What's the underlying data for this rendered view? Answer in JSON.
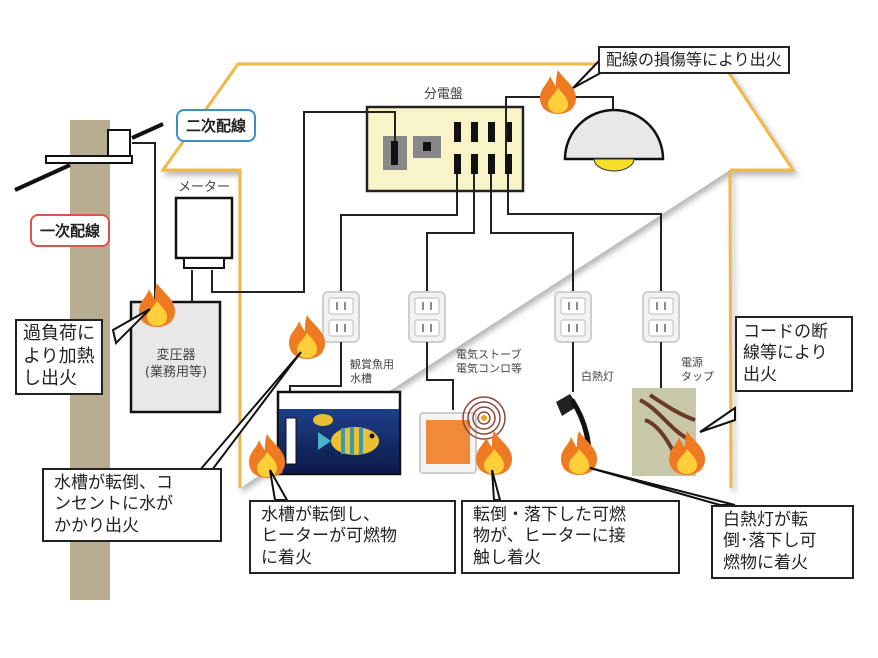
{
  "diagram": {
    "title_panel": "分電盤",
    "meter_label": "メーター",
    "transformer_label": [
      "変圧器",
      "(業務用等)"
    ],
    "tags": {
      "primary_wiring": "一次配線",
      "secondary_wiring": "二次配線"
    },
    "appliance_labels": {
      "aquarium": [
        "観賞魚用",
        "水槽"
      ],
      "heater": [
        "電気ストーブ",
        "電気コンロ等"
      ],
      "incandescent": "白熱灯",
      "power_strip": [
        "電源",
        "タップ"
      ]
    },
    "callouts": {
      "wiring_damage": [
        "配線の損傷等により出火"
      ],
      "overload": [
        "過負荷に",
        "より加熱",
        "し出火"
      ],
      "aquarium_outlet": [
        "水槽が転倒、コ",
        "ンセントに水が",
        "かかり出火"
      ],
      "aquarium_heater": [
        "水槽が転倒し、",
        "ヒーターが可燃物",
        "に着火"
      ],
      "fallen_combustible": [
        "転倒・落下した可燃",
        "物が、ヒーターに接",
        "触し着火"
      ],
      "lamp_fall": [
        "白熱灯が転",
        "倒･落下し可",
        "燃物に着火"
      ],
      "cord_break": [
        "コードの断",
        "線等により",
        "出火"
      ]
    },
    "colors": {
      "house_outline": "#f0b84a",
      "panel_fill": "#f8f4c8",
      "pole": "#b8ad90",
      "primary_tag_border": "#d9534f",
      "secondary_tag_border": "#3a8fc8",
      "flame_outer": "#f07a1a",
      "flame_inner": "#ffd23a"
    }
  }
}
